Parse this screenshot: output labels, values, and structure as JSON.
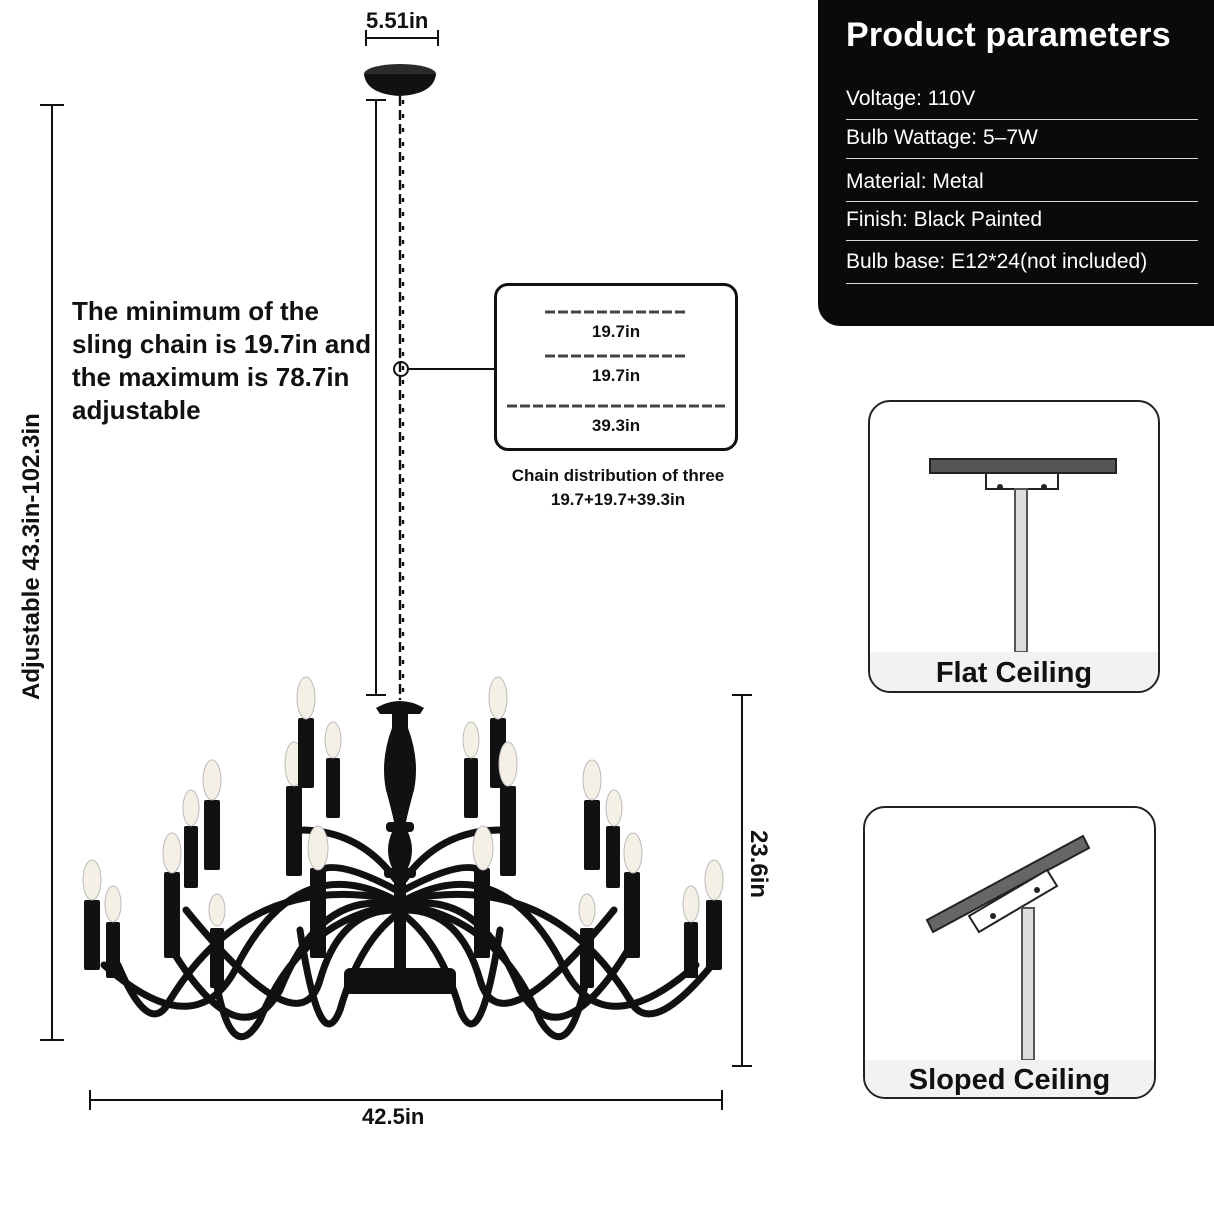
{
  "dimensions": {
    "canopy_width": "5.51in",
    "overall_height": "Adjustable 43.3in-102.3in",
    "body_height": "23.6in",
    "body_width": "42.5in"
  },
  "chain_note": "The minimum of the sling chain is 19.7in and the maximum is 78.7in adjustable",
  "chain_segments": [
    {
      "label": "19.7in"
    },
    {
      "label": "19.7in"
    },
    {
      "label": "39.3in"
    }
  ],
  "chain_caption": {
    "line1": "Chain distribution of three",
    "line2": "19.7+19.7+39.3in"
  },
  "product_parameters": {
    "title": "Product parameters",
    "rows": [
      "Voltage: 110V",
      "Bulb Wattage: 5–7W",
      "Material: Metal",
      "Finish: Black Painted",
      "Bulb base: E12*24(not included)"
    ]
  },
  "mounting": {
    "flat": "Flat Ceiling",
    "sloped": "Sloped Ceiling"
  },
  "colors": {
    "panel_bg": "#0a0a0a",
    "fixture": "#111111",
    "bulb_glow": "#f5f0e6"
  }
}
